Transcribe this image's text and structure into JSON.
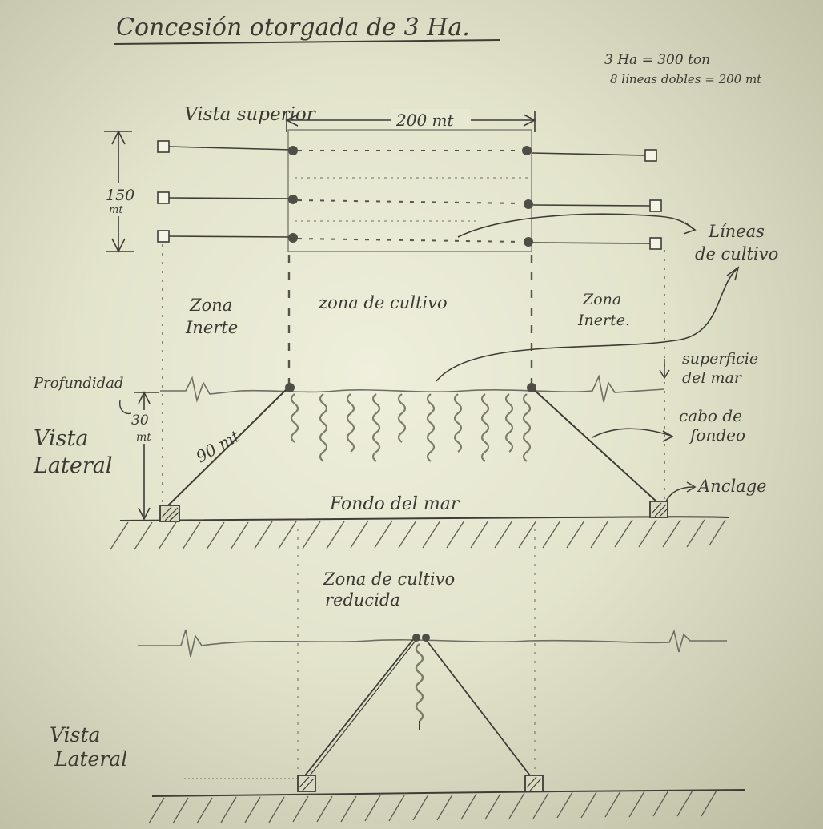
{
  "title": "Concesión otorgada de 3 Ha.",
  "note": {
    "line1": "3 Ha = 300 ton",
    "line2": "8 líneas dobles = 200 mt"
  },
  "top_view": {
    "label": "Vista superior",
    "width_label": "200 mt",
    "height_label": "150",
    "height_unit": "mt",
    "crop_zone": "zona de cultivo",
    "inert_zone_word1": "Zona",
    "inert_zone_word2": "Inerte",
    "inert_zone_right_word1": "Zona",
    "inert_zone_right_word2": "Inerte.",
    "crop_lines_label_1": "Líneas",
    "crop_lines_label_2": "de cultivo"
  },
  "lateral_view": {
    "label_1": "Vista",
    "label_2": "Lateral",
    "depth_label": "Profundidad",
    "depth_value": "30",
    "depth_unit": "mt",
    "rope_length": "90 mt",
    "sea_surface_1": "superficie",
    "sea_surface_2": "del mar",
    "mooring_1": "cabo de",
    "mooring_2": "fondeo",
    "anchor": "Anclage",
    "sea_floor": "Fondo del mar"
  },
  "reduced_view": {
    "label_1": "Zona de cultivo",
    "label_2": "reducida",
    "view_1": "Vista",
    "view_2": "Lateral"
  }
}
